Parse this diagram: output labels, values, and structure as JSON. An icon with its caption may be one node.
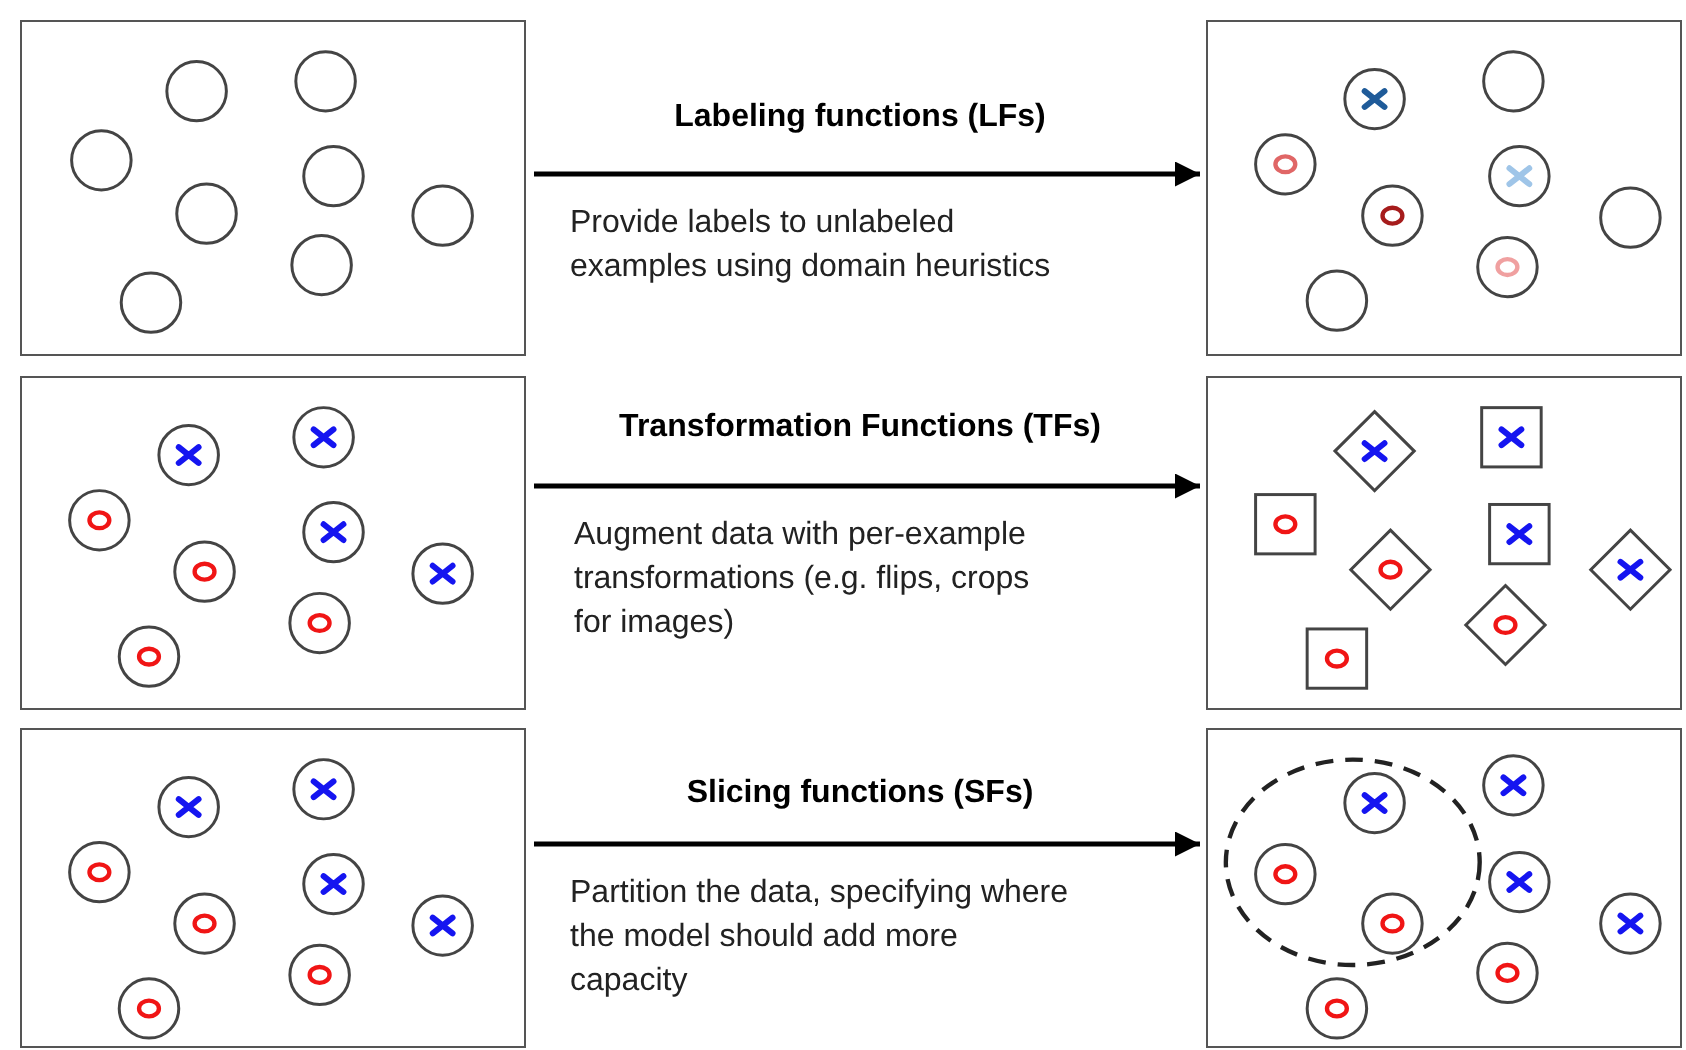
{
  "diagram": {
    "nodes": [
      {
        "text": [],
        "shape": "box"
      },
      {
        "text": [],
        "shape": "box"
      },
      {
        "text": [],
        "shape": "box"
      },
      {
        "text": [],
        "shape": "box"
      },
      {
        "text": [],
        "shape": "box"
      },
      {
        "text": [],
        "shape": "box"
      }
    ],
    "edges": [
      {
        "from": 0,
        "to": 1,
        "arrow": "to",
        "label": "Labeling functions (LFs)"
      },
      {
        "from": 2,
        "to": 3,
        "arrow": "to",
        "label": "Transformation Functions (TFs)"
      },
      {
        "from": 4,
        "to": 5,
        "arrow": "to",
        "label": "Slicing functions (SFs)"
      }
    ],
    "labels": [
      "Provide labels to unlabeled examples using domain heuristics",
      "Augment data with per-example transformations (e.g. flips, crops for images)",
      "Partition the data, specifying where the model should add more capacity"
    ]
  }
}
